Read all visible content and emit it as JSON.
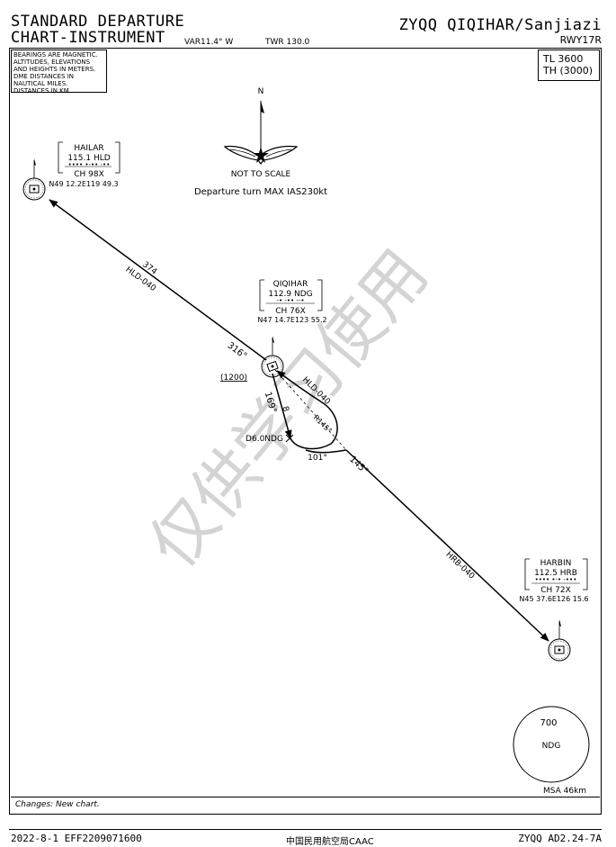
{
  "header": {
    "title_line1": "STANDARD DEPARTURE",
    "title_line2": "CHART-INSTRUMENT",
    "variation": "VAR11.4° W",
    "tower": "TWR 130.0",
    "airport": "ZYQQ QIQIHAR/Sanjiazi",
    "runway": "RWY17R"
  },
  "notes": {
    "units_lines": [
      "BEARINGS ARE MAGNETIC.",
      "ALTITUDES, ELEVATIONS",
      "AND HEIGHTS IN METERS.",
      "DME DISTANCES IN",
      "NAUTICAL MILES.",
      "DISTANCES IN KM."
    ],
    "transition_level": "TL 3600",
    "transition_height": "TH (3000)"
  },
  "map": {
    "north": "N",
    "scale_note": "NOT TO SCALE",
    "speed_note": "Departure turn MAX IAS230kt",
    "watermark": "仅供学习使用",
    "navaids": [
      {
        "name": "HAILAR",
        "freq": "115.1 HLD",
        "morse": "•••• •-•• -••",
        "channel": "CH 98X",
        "coords": "N49 12.2E119 49.3"
      },
      {
        "name": "QIQIHAR",
        "freq": "112.9 NDG",
        "morse": "-• -•• --•",
        "channel": "CH 76X",
        "coords": "N47 14.7E123 55.2"
      },
      {
        "name": "HARBIN",
        "freq": "112.5 HRB",
        "morse": "•••• •-• -•••",
        "channel": "CH 72X",
        "coords": "N45 37.6E126 15.6"
      }
    ],
    "labels": {
      "dist_hld": "374",
      "radial_hld_top": "HLD-040",
      "bearing_316": "316°",
      "alt_1200": "(1200)",
      "bearing_169": "169°",
      "dist_8": "8",
      "radial_hld_mid": "HLD-040",
      "radial_r145": "R145°",
      "d6_fix": "D6.0NDG",
      "bearing_101": "101°",
      "bearing_145": "145°",
      "radial_hrb": "HRB-040"
    },
    "msa": {
      "altitude": "700",
      "center": "NDG",
      "label": "MSA 46km"
    }
  },
  "changes": "Changes: New chart.",
  "footer": {
    "effective": "2022-8-1 EFF2209071600",
    "authority": "中国民用航空局CAAC",
    "page_id": "ZYQQ AD2.24-7A"
  }
}
